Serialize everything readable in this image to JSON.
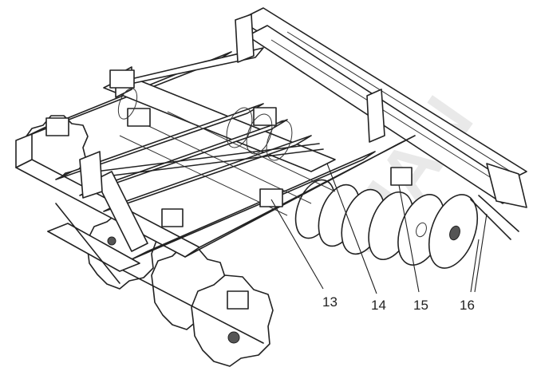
{
  "callouts": [
    {
      "label": "13"
    },
    {
      "label": "14"
    },
    {
      "label": "15"
    },
    {
      "label": "16"
    }
  ],
  "watermark": "CIAN",
  "colors": {
    "line": "#222222",
    "background": "#ffffff",
    "watermark": "#e9e9e9"
  }
}
